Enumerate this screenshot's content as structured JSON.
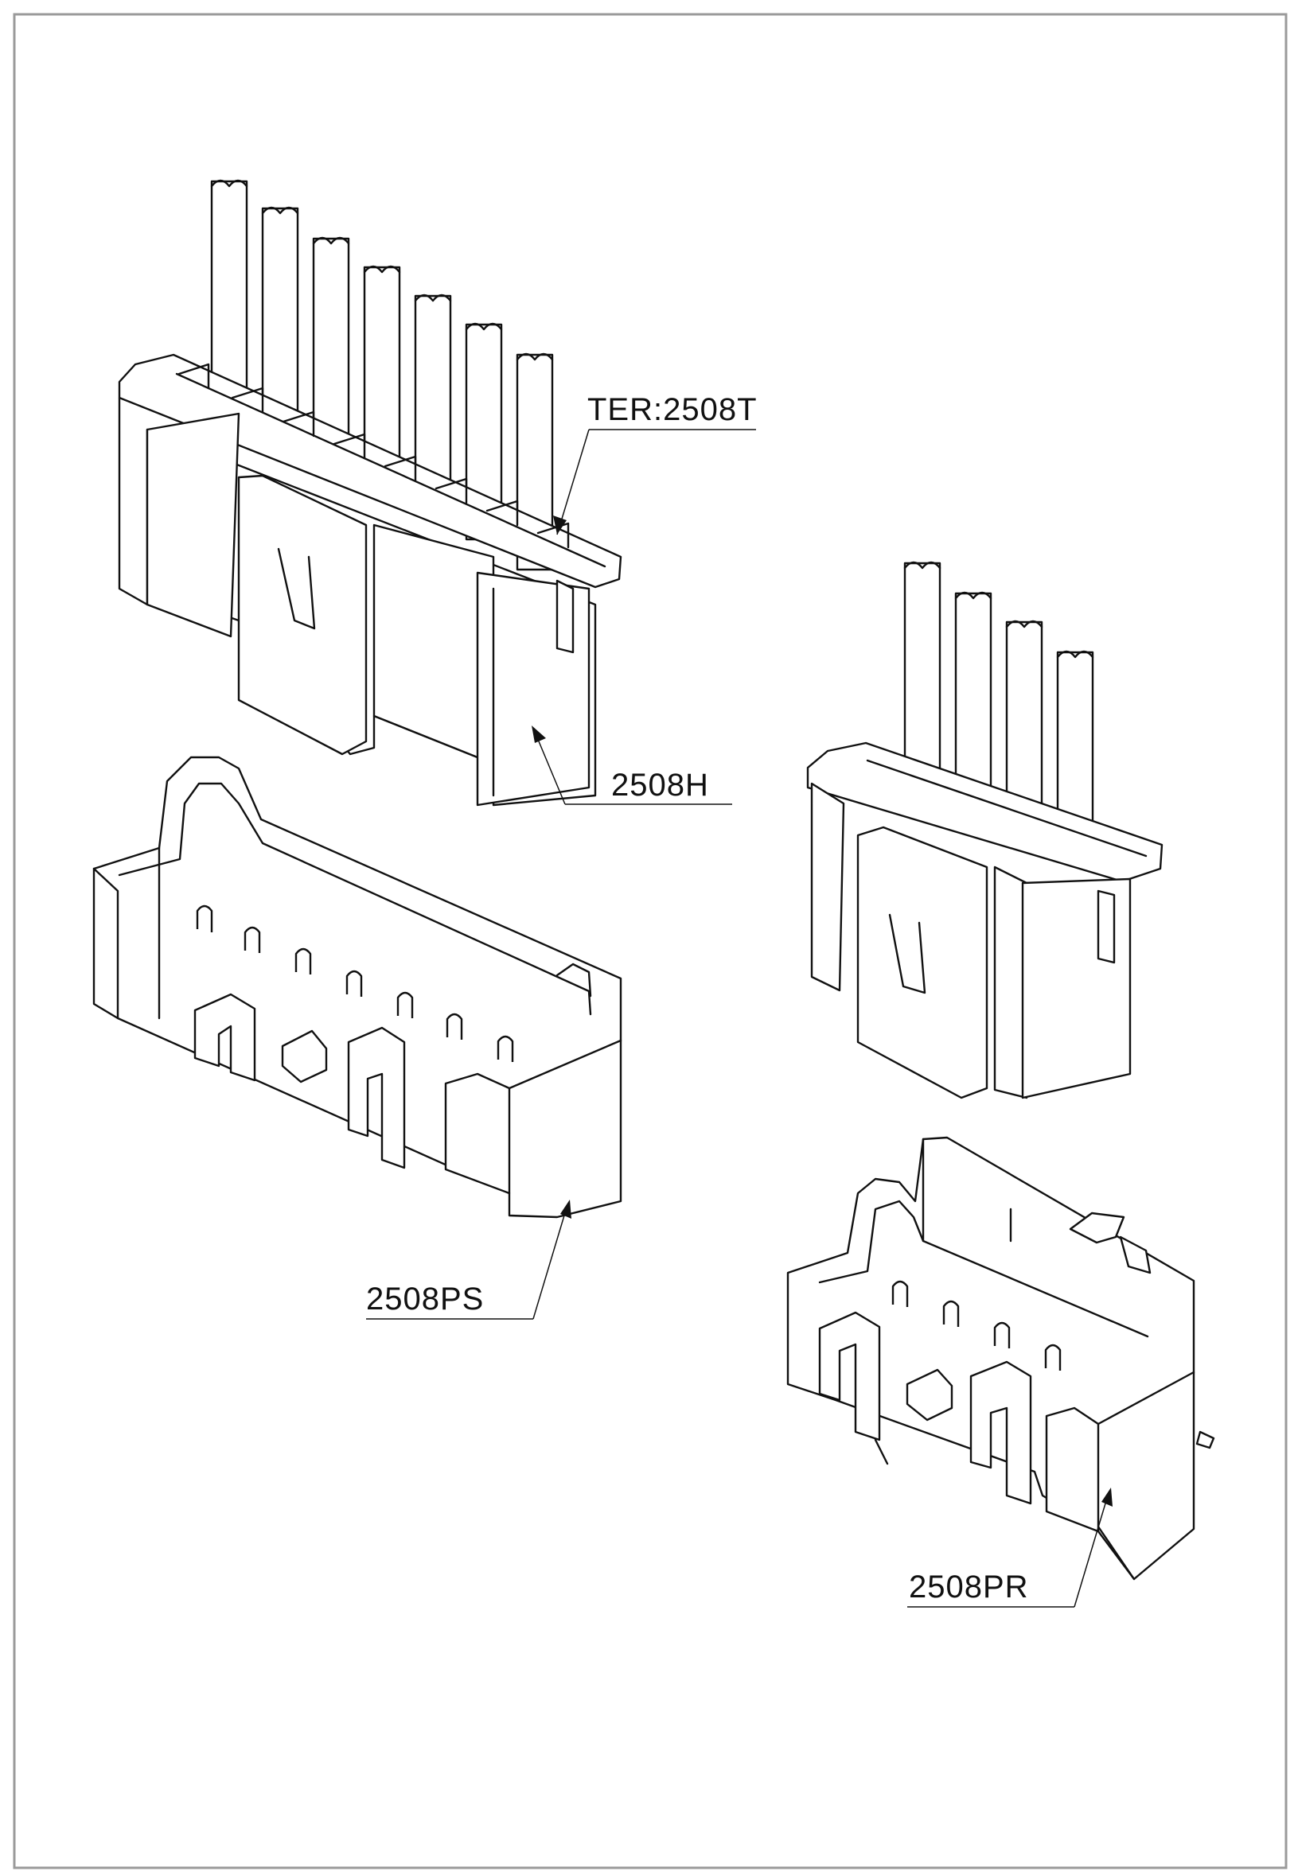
{
  "labels": {
    "terminal": "TER:2508T",
    "housing_7": "2508H",
    "straight_header": "2508PS",
    "right_angle_header": "2508PR"
  },
  "colors": {
    "line": "#111111",
    "background": "#ffffff",
    "frame": "#9a9a9a"
  }
}
